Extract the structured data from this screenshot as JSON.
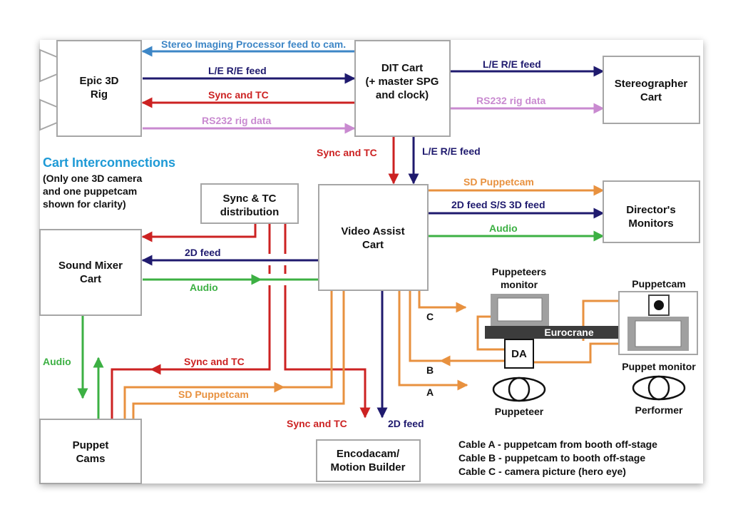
{
  "colors": {
    "blue_feed": "#1f1a6e",
    "red_sync": "#cc2222",
    "pink_rs232": "#c98ad0",
    "orange_puppetcam": "#e8913f",
    "green_audio": "#3cb043",
    "steel_blue": "#3d86c6",
    "heading_cyan": "#1e9ad6"
  },
  "boxes": {
    "epic": [
      "Epic 3D",
      "Rig"
    ],
    "dit": [
      "DIT Cart",
      "",
      "(+ master SPG",
      "and clock)"
    ],
    "stereo": [
      "Stereographer",
      "Cart"
    ],
    "video": [
      "Video Assist",
      "Cart"
    ],
    "director": [
      "Director's",
      "Monitors"
    ],
    "sync_dist": [
      "Sync & TC",
      "distribution"
    ],
    "sound": [
      "Sound Mixer",
      "Cart"
    ],
    "puppet_cams": [
      "Puppet",
      "Cams"
    ],
    "encodacam": [
      "Encodacam/",
      "Motion Builder"
    ]
  },
  "heading": {
    "title": "Cart Interconnections",
    "sub": [
      "(Only one 3D camera",
      "and one puppetcam",
      "shown for clarity)"
    ]
  },
  "labels": {
    "stereo_proc": "Stereo Imaging Processor feed to cam.",
    "le_re_feed": "L/E R/E feed",
    "sync_tc": "Sync and TC",
    "rs232": "RS232 rig data",
    "le_re_feed_2": "L/E R/E feed",
    "rs232_2": "RS232 rig data",
    "sync_tc_down": "Sync and TC",
    "le_re_feed_down": "L/E R/E feed",
    "sd_puppetcam": "SD Puppetcam",
    "feed_2d_3d": "2D feed S/S 3D feed",
    "audio_dir": "Audio",
    "feed_2d_sound": "2D feed",
    "audio_sound": "Audio",
    "audio_vertical": "Audio",
    "sync_tc_puppet": "Sync and TC",
    "sd_puppetcam_puppet": "SD Puppetcam",
    "sync_tc_enc": "Sync and TC",
    "feed_2d_enc": "2D feed",
    "cable_c": "C",
    "cable_b": "B",
    "cable_a": "A"
  },
  "equipment": {
    "puppeteers_monitor": [
      "Puppeteers",
      "monitor"
    ],
    "puppetcam": "Puppetcam",
    "eurocrane": "Eurocrane",
    "da": "DA",
    "puppet_monitor": "Puppet monitor",
    "puppeteer": "Puppeteer",
    "performer": "Performer"
  },
  "legend": [
    "Cable A - puppetcam from booth off-stage",
    "Cable B - puppetcam to booth off-stage",
    "Cable C - camera picture (hero eye)"
  ]
}
